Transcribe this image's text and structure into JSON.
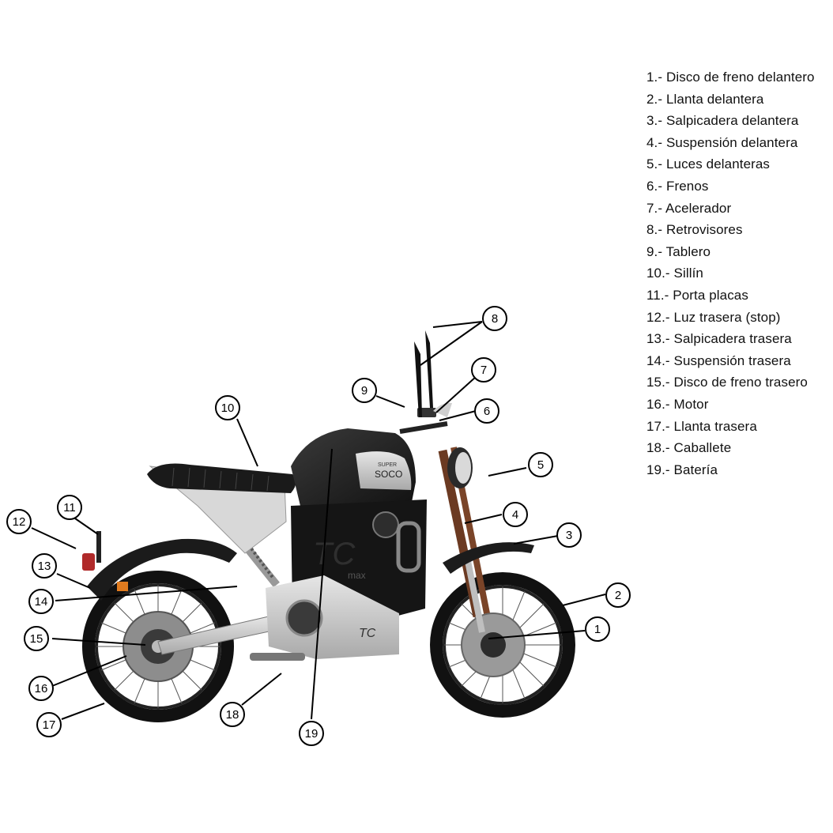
{
  "parts": [
    {
      "n": "1",
      "text": "1.- Disco de freno delantero"
    },
    {
      "n": "2",
      "text": "2.- Llanta delantera"
    },
    {
      "n": "3",
      "text": "3.- Salpicadera delantera"
    },
    {
      "n": "4",
      "text": "4.- Suspensión delantera"
    },
    {
      "n": "5",
      "text": "5.- Luces delanteras"
    },
    {
      "n": "6",
      "text": "6.- Frenos"
    },
    {
      "n": "7",
      "text": "7.- Acelerador"
    },
    {
      "n": "8",
      "text": "8.- Retrovisores"
    },
    {
      "n": "9",
      "text": "9.- Tablero"
    },
    {
      "n": "10",
      "text": "10.- Sillín"
    },
    {
      "n": "11",
      "text": "11.- Porta placas"
    },
    {
      "n": "12",
      "text": "12.- Luz trasera (stop)"
    },
    {
      "n": "13",
      "text": "13.- Salpicadera trasera"
    },
    {
      "n": "14",
      "text": "14.- Suspensión trasera"
    },
    {
      "n": "15",
      "text": "15.- Disco de freno trasero"
    },
    {
      "n": "16",
      "text": "16.- Motor"
    },
    {
      "n": "17",
      "text": "17.- Llanta trasera"
    },
    {
      "n": "18",
      "text": "18.- Caballete"
    },
    {
      "n": "19",
      "text": "19.- Batería"
    }
  ],
  "tank_brand": "SOCO",
  "tank_brand_small": "SUPER",
  "side_badge": "TC",
  "side_badge_sub": "max",
  "colors": {
    "body_dark": "#1e1e1e",
    "body_silver": "#c9c9c9",
    "fork": "#6b3a22",
    "tire": "#111111"
  }
}
